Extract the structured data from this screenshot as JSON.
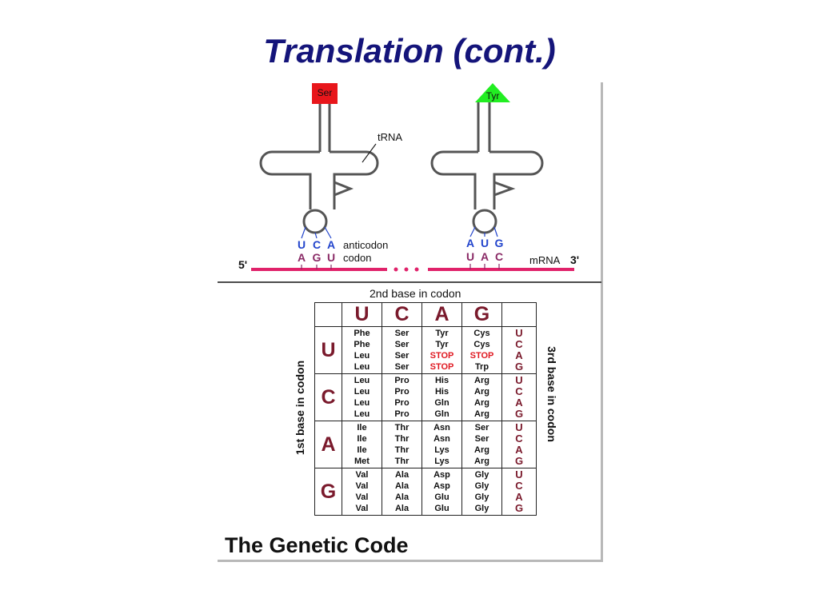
{
  "slide": {
    "title": "Translation (cont.)"
  },
  "trna_diagram": {
    "left_amino_acid": "Ser",
    "right_amino_acid": "Tyr",
    "trna_label": "tRNA",
    "anticodon_label": "anticodon",
    "codon_label": "codon",
    "mrna_label": "mRNA",
    "five_prime": "5'",
    "three_prime": "3'",
    "left_anticodon": [
      "U",
      "C",
      "A"
    ],
    "left_codon": [
      "A",
      "G",
      "U"
    ],
    "right_anticodon": [
      "A",
      "U",
      "G"
    ],
    "right_codon": [
      "U",
      "A",
      "C"
    ],
    "colors": {
      "ser_box": "#e8161b",
      "tyr_triangle": "#22ee22",
      "mrna": "#e0226a",
      "anticodon": "#2244cc",
      "codon": "#8a2a66"
    }
  },
  "genetic_code": {
    "second_base_label": "2nd base in codon",
    "first_base_label": "1st base in codon",
    "third_base_label": "3rd base in codon",
    "caption": "The Genetic Code",
    "bases": [
      "U",
      "C",
      "A",
      "G"
    ],
    "rows": [
      {
        "base": "U",
        "cells": [
          [
            "Phe",
            "Phe",
            "Leu",
            "Leu"
          ],
          [
            "Ser",
            "Ser",
            "Ser",
            "Ser"
          ],
          [
            "Tyr",
            "Tyr",
            "STOP",
            "STOP"
          ],
          [
            "Cys",
            "Cys",
            "STOP",
            "Trp"
          ]
        ]
      },
      {
        "base": "C",
        "cells": [
          [
            "Leu",
            "Leu",
            "Leu",
            "Leu"
          ],
          [
            "Pro",
            "Pro",
            "Pro",
            "Pro"
          ],
          [
            "His",
            "His",
            "Gln",
            "Gln"
          ],
          [
            "Arg",
            "Arg",
            "Arg",
            "Arg"
          ]
        ]
      },
      {
        "base": "A",
        "cells": [
          [
            "Ile",
            "Ile",
            "Ile",
            "Met"
          ],
          [
            "Thr",
            "Thr",
            "Thr",
            "Thr"
          ],
          [
            "Asn",
            "Asn",
            "Lys",
            "Lys"
          ],
          [
            "Ser",
            "Ser",
            "Arg",
            "Arg"
          ]
        ]
      },
      {
        "base": "G",
        "cells": [
          [
            "Val",
            "Val",
            "Val",
            "Val"
          ],
          [
            "Ala",
            "Ala",
            "Ala",
            "Ala"
          ],
          [
            "Asp",
            "Asp",
            "Glu",
            "Glu"
          ],
          [
            "Gly",
            "Gly",
            "Gly",
            "Gly"
          ]
        ]
      }
    ],
    "colors": {
      "base_letter": "#7a1a2c",
      "stop": "#e01a22"
    }
  }
}
